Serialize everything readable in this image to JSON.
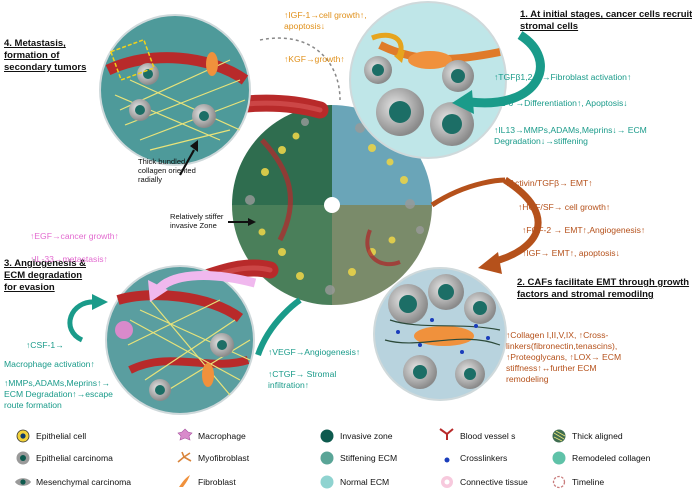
{
  "stages": {
    "s1": {
      "title_l1": "1. At initial stages, cancer cells recruit",
      "title_l2": "stromal cells"
    },
    "s2": {
      "title_l1": "2. CAFs facilitate EMT through growth",
      "title_l2": "factors and stromal remodilng"
    },
    "s3": {
      "title_l1": "3. Angiogenesis &",
      "title_l2": "ECM degradation",
      "title_l3": "for evasion"
    },
    "s4": {
      "title_l1": "4. Metastasis,",
      "title_l2": "formation of",
      "title_l3": "secondary tumors"
    }
  },
  "labels": {
    "igf1_l1": "↑IGF-1→cell growth↑,",
    "igf1_l2": "apoptosis↓",
    "kgf": "↑KGF→growth↑",
    "tgf": "↑TGFβ1,2,3 →Fibroblast activation↑",
    "il6": "↑IL-6 →Differentiation↑, Apoptosis↓",
    "il13_l1": "↑IL13→MMPs,ADAMs,Meprins↓→ ECM",
    "il13_l2": "Degradation↓→stiffening",
    "activin": "↑Activin/TGFβ→ EMT↑",
    "hgf": "↑HGF/SF→ cell growth↑",
    "fgf2": "↑FGF-2 → EMT↑,Angiogenesis↑",
    "igf": "↑IGF→ EMT↑, apoptosis↓",
    "collagen_l1": "↑Collagen I,II,V,IX, ↑Cross-",
    "collagen_l2": "linkers(fibronectin,tenascins),",
    "collagen_l3": "↑Proteoglycans, ↑LOX→ ECM",
    "collagen_l4": "stiffness↑↔further ECM",
    "collagen_l5": "remodeling",
    "egf": "↑EGF→cancer growth↑",
    "il33": "↑IL-33→metastasis↑",
    "csf1": "↑CSF-1→",
    "macro": "Macrophage activation↑",
    "mmps_l1": "↑MMPs,ADAMs,Meprins↑→",
    "mmps_l2": "ECM Degradation↑→escape",
    "mmps_l3": "route formation",
    "vegf": "↑VEGF→Angiogenesis↑",
    "ctgf_l1": "↑CTGF→ Stromal",
    "ctgf_l2": "infiltration↑",
    "thick_l1": "Thick bundled",
    "thick_l2": "collagen oriented",
    "thick_l3": "radially",
    "stiffer_l1": "Relatively stiffer",
    "stiffer_l2": "invasive Zone"
  },
  "legend": [
    {
      "label": "Epithelial cell",
      "icon": "epithelial-cell-icon"
    },
    {
      "label": "Macrophage",
      "icon": "macrophage-icon"
    },
    {
      "label": "Invasive zone",
      "icon": "invasive-zone-icon"
    },
    {
      "label": "Blood vessel s",
      "icon": "blood-vessel-icon"
    },
    {
      "label": "Thick aligned",
      "icon": "thick-aligned-icon"
    },
    {
      "label": "Epithelial carcinoma",
      "icon": "epithelial-carcinoma-icon"
    },
    {
      "label": "Myofibroblast",
      "icon": "myofibroblast-icon"
    },
    {
      "label": "Stiffening ECM",
      "icon": "stiffening-ecm-icon"
    },
    {
      "label": "Crosslinkers",
      "icon": "crosslinkers-icon"
    },
    {
      "label": "Remodeled collagen",
      "icon": "remodeled-collagen-icon"
    },
    {
      "label": "Mesenchymal carcinoma",
      "icon": "mesenchymal-carcinoma-icon"
    },
    {
      "label": "Fibroblast",
      "icon": "fibroblast-icon"
    },
    {
      "label": "Normal ECM",
      "icon": "normal-ecm-icon"
    },
    {
      "label": "Connective tissue",
      "icon": "connective-tissue-icon"
    },
    {
      "label": "Timeline",
      "icon": "timeline-icon"
    }
  ],
  "colors": {
    "orange": "#e0901a",
    "teal": "#1a9b8a",
    "brown": "#b5511b",
    "pink": "#e36bd0",
    "vessel": "#b82a2a",
    "invasive": "#0e5a4e",
    "stiffening": "#5aa597",
    "normal_ecm": "#8fd3d0"
  }
}
